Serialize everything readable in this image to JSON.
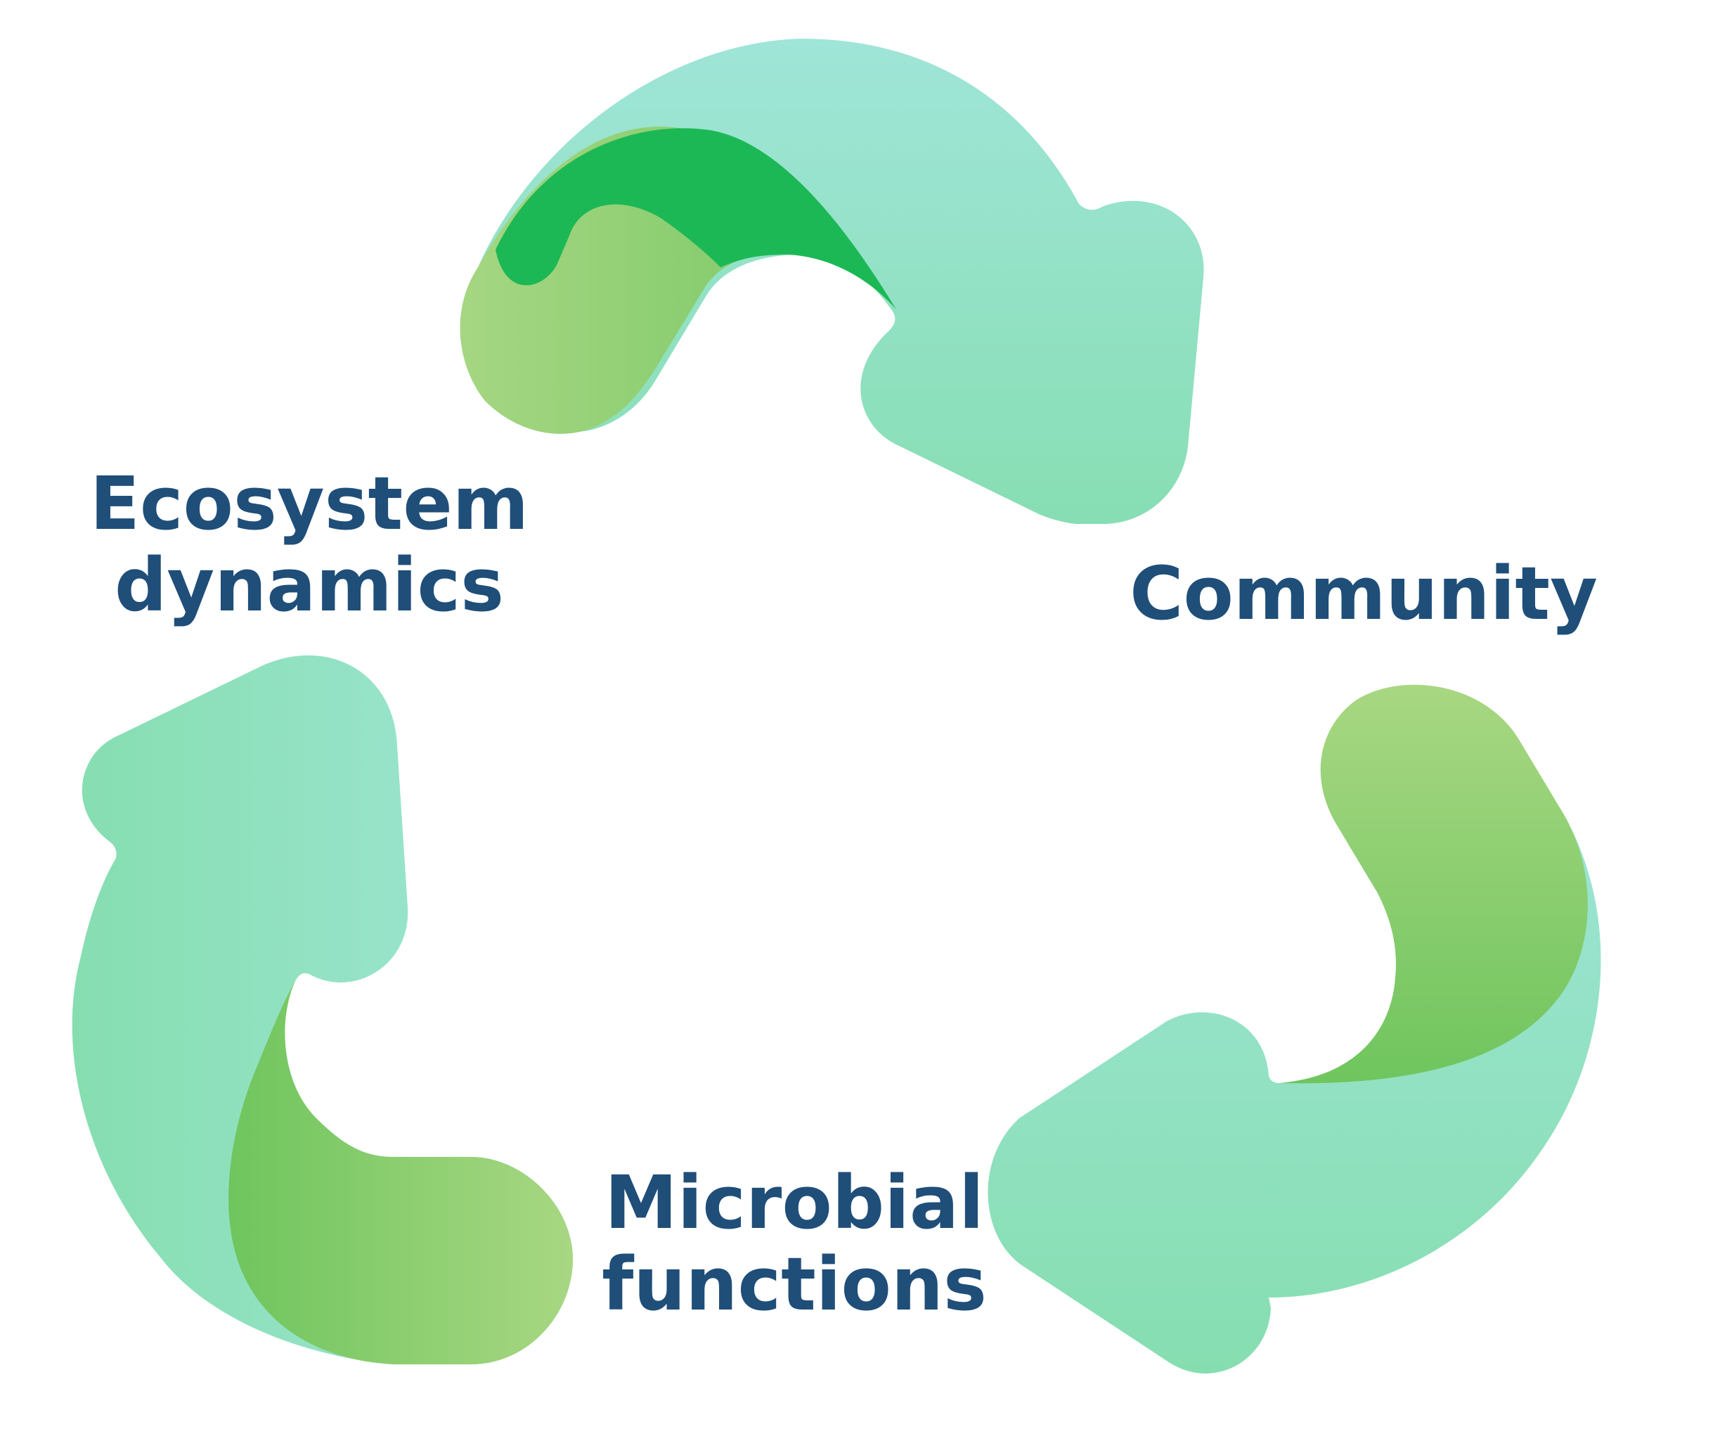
{
  "diagram": {
    "labels": {
      "ecosystem": [
        "Ecosystem",
        "dynamics"
      ],
      "community": [
        "Community"
      ],
      "microbial": [
        "Microbial",
        "functions"
      ]
    },
    "colors": {
      "text": "#1f4e79",
      "arrow_light_top": "#9fe5d8",
      "arrow_light_bottom": "#86deb0",
      "inner_green_light": "#a6d682",
      "inner_green_mid": "#74c763",
      "inner_green_dark": "#1cb855"
    }
  }
}
